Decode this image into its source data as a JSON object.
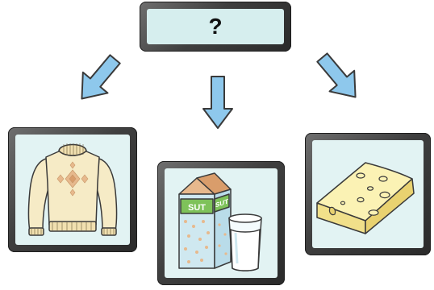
{
  "question_box": {
    "text": "?"
  },
  "options": [
    {
      "name": "sweater"
    },
    {
      "name": "milk",
      "carton_labels": [
        "SUT",
        "SUT"
      ]
    },
    {
      "name": "cheese"
    }
  ],
  "colors": {
    "arrow_fill": "#8ec8ec",
    "arrow_stroke": "#3a3a3a",
    "card_frame": "#3f3f3f",
    "card_inner": "#e2f3f3",
    "sweater": "#f6ebc6",
    "cheese": "#fbf2b4"
  }
}
